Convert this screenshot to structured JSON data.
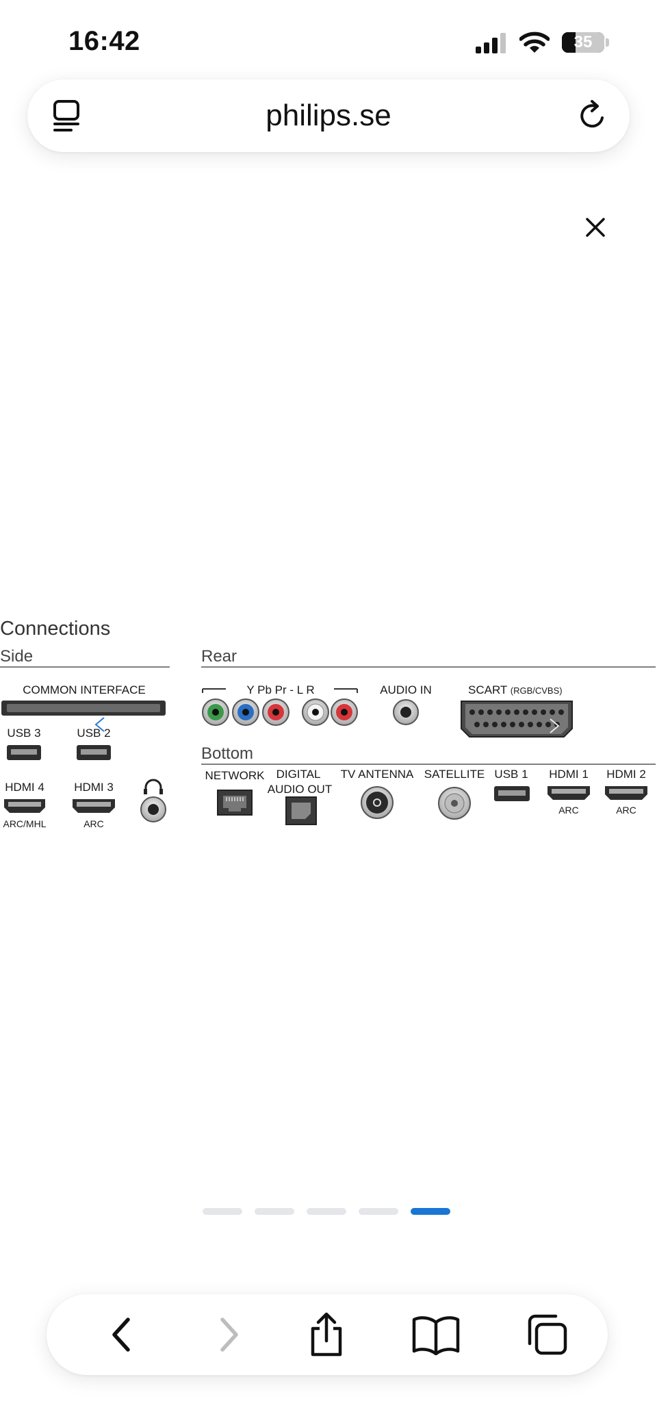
{
  "status_bar": {
    "time": "16:42",
    "battery": "35"
  },
  "browser": {
    "url": "philips.se"
  },
  "diagram": {
    "title": "Connections",
    "side": {
      "label": "Side",
      "common_interface": "COMMON INTERFACE",
      "usb3": "USB 3",
      "usb2": "USB 2",
      "hdmi4": "HDMI 4",
      "hdmi4_sub": "ARC/MHL",
      "hdmi3": "HDMI 3",
      "hdmi3_sub": "ARC"
    },
    "rear": {
      "label": "Rear",
      "component": "Y Pb Pr - L R",
      "audio_in": "AUDIO IN",
      "scart": "SCART",
      "scart_sub": "(RGB/CVBS)"
    },
    "bottom": {
      "label": "Bottom",
      "network": "NETWORK",
      "digital": "DIGITAL",
      "audio_out": "AUDIO OUT",
      "tv_antenna": "TV ANTENNA",
      "satellite": "SATELLITE",
      "usb1": "USB 1",
      "hdmi1": "HDMI 1",
      "hdmi1_sub": "ARC",
      "hdmi2": "HDMI 2",
      "hdmi2_sub": "ARC"
    }
  },
  "pager": {
    "count": 5,
    "active_index": 4,
    "active_color": "#1976d2"
  },
  "colors": {
    "green_jack": "#3a9a4a",
    "blue_jack": "#2a6fc4",
    "red_jack": "#d8353a"
  },
  "icons": {
    "tabs": "tabs-list-icon",
    "reload": "reload-icon",
    "close": "close-icon",
    "back": "chevron-left-icon",
    "forward": "chevron-right-icon",
    "share": "share-icon",
    "bookmarks": "book-icon",
    "tab_switcher": "tabs-icon"
  }
}
